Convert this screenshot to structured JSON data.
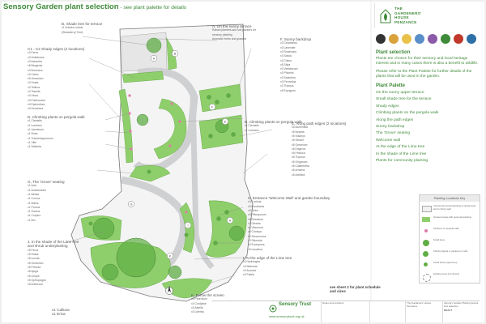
{
  "title": {
    "main": "Sensory Garden plant selection",
    "sub": " - see plant palette for details"
  },
  "partner_logo": {
    "lines": [
      "THE",
      "GARDENERS'",
      "HOUSE",
      "PENZANCE"
    ]
  },
  "annotations": {
    "shade_tree": {
      "title": [
        "B, Shade tree for terrace"
      ],
      "items": [
        "x1 Arbutus unedo",
        "(Strawberry Tree)"
      ]
    },
    "shady_edges": {
      "title": [
        "C1 - C2 Shady edges (2 locations)"
      ],
      "items": [
        "x3 Ferns",
        "x3 Hellebores",
        "x3 Astrantia",
        "x5 Bergenia",
        "x3 Brunnera",
        "x3 Carex",
        "x5 Geranium",
        "x3 Hosta",
        "x3 Tellima",
        "x3 Tiarella",
        "x3 Vinca",
        "x3 Pulmonaria",
        "x3 Epimedium",
        "x3 Heuchera"
      ]
    },
    "sunny_terrace": {
      "title": [
        "A, On the sunny terrace"
      ],
      "items": [
        "Raised planters and soil planters for",
        "sensory planting",
        "Aromatic herbs and grasses"
      ]
    },
    "sunny_backdrop": {
      "title": [
        "F, Sunny backdrop"
      ],
      "items": [
        "x3 Ceanothus",
        "x3 Lavender",
        "x3 Rosemary",
        "x3 Salvia",
        "x3 Cistus",
        "x5 Stipa",
        "x3 Verbascum",
        "x3 Phlomis",
        "x3 Santolina",
        "x3 Perovskia",
        "x3 Thymus",
        "x5 Eryngium"
      ]
    },
    "pergola_left": {
      "title": [
        "D, Climbing plants on pergola walk"
      ],
      "items": [
        "x1 Clematis",
        "x1 Lonicera",
        "x1 Jasminum",
        "x1 Rosa",
        "x1 Trachelospermum",
        "x1 Vitis",
        "x1 Wisteria"
      ]
    },
    "pergola_right": {
      "title": [
        "D, Climbing plants on pergola walk"
      ],
      "items": [
        "x1 Clematis",
        "x1 Lonicera"
      ]
    },
    "path_edges": {
      "title": [
        "E, Along path edges (2 locations)"
      ],
      "items": [
        "x5 Alchemilla",
        "x5 Nepeta",
        "x5 Stachys",
        "x5 Sedum",
        "x5 Geranium",
        "x5 Erigeron",
        "x5 Festuca",
        "x5 Thymus",
        "x5 Origanum",
        "x5 Calamintha",
        "x5 Armeria",
        "x5 Achillea"
      ]
    },
    "grove": {
      "title": [
        "G, The 'Grove' seating"
      ],
      "items": [
        "x1 Acer",
        "x1 Amelanchier",
        "x1 Betula",
        "x1 Cornus",
        "x1 Malus",
        "x1 Prunus",
        "x1 Sorbus",
        "x1 Corylus",
        "x1 Ilex"
      ]
    },
    "welcome_wall": {
      "title": [
        "H, Entrance 'Welcome Wall' and garden boundary"
      ],
      "items": [
        "x3 Fuchsia",
        "x3 Escallonia",
        "x3 Hebe",
        "x3 Pittosporum",
        "x3 Griselinia",
        "x3 Olearia",
        "x3 Viburnum",
        "x3 Choisya",
        "x3 Sarcococca",
        "x3 Skimmia",
        "x3 Euonymus",
        "x3 Lavatera"
      ]
    },
    "lime_shade": {
      "title": [
        "J, In the shade of the Lime tree",
        "and shrub underplanting"
      ],
      "items": [
        "x5 Ferns",
        "x5 Hosta",
        "x5 Luzula",
        "x5 Geranium",
        "x5 Primula",
        "x5 Ajuga",
        "x5 Liriope",
        "x5 Ophiopogon",
        "x5 Anemone"
      ]
    },
    "lime_edge": {
      "title": [
        "I, At the edge of the Lime tree"
      ],
      "items": [
        "x3 Hydrangea",
        "x3 Mahonia",
        "x3 Aucuba",
        "x3 Fatsia"
      ]
    },
    "below_screen": {
      "title": [
        "K, Below the screen"
      ],
      "items": [
        "x3 Phormium",
        "x3 Cordyline",
        "x3 Astelia",
        "x3 Libertia"
      ]
    },
    "bottom_left": {
      "title": [
        "x1 Calluna",
        "x1 Erica"
      ],
      "items": []
    }
  },
  "right_panel": {
    "selection_heading": "Plant selection",
    "selection_body": "Plants are chosen for their sensory and local heritage interest and in many cases there is also a benefit to wildlife.",
    "refer_body": "Please refer to the Plant Palette for further details of the plants that will be used in the garden.",
    "palette_heading": "Plant Palette",
    "palette_items": [
      "On the sunny upper terrace",
      "Small shade tree for the terrace",
      "Shady edges",
      "Climbing plants on the pergola walk",
      "Along the path edges",
      "Sunny backdrop",
      "The 'Grove' seating",
      "Welcome wall",
      "At the edge of the Lime tree",
      "In the shade of the Lime tree",
      "Plants for community planting"
    ]
  },
  "schedule_note": [
    "see sheet 2 for plant schedule",
    "and sizes"
  ],
  "legend": {
    "heading": "Planting Locations Key",
    "items": [
      "Community annual planting in raised beds and in 'living' wall",
      "Grassed areas with perennial planting",
      "Climbers on pergola walk",
      "Small trees",
      "Shrubs (tipped or planted or multi)",
      "Small shrub (specimen)",
      "Existing trees (not shown)"
    ]
  },
  "title_block": {
    "org": "Sensory Trust",
    "url": "www.sensorytrust.org.uk",
    "notes": "Notes and revisions",
    "project": "The Gardeners' House Penzance",
    "drawing": "Sensory Garden Planting layout and selection",
    "status": "DRAFT"
  },
  "map_labels": [
    "A",
    "B",
    "C1",
    "C2",
    "D",
    "E",
    "F",
    "G",
    "H",
    "I",
    "J",
    "K"
  ],
  "colors": {
    "grass": "#8fcf6b",
    "grass_dark": "#6db94a",
    "brand": "#3f8a3a",
    "path": "#cfd0d2",
    "tree_canopy": "#5fae45",
    "line": "#666666"
  }
}
